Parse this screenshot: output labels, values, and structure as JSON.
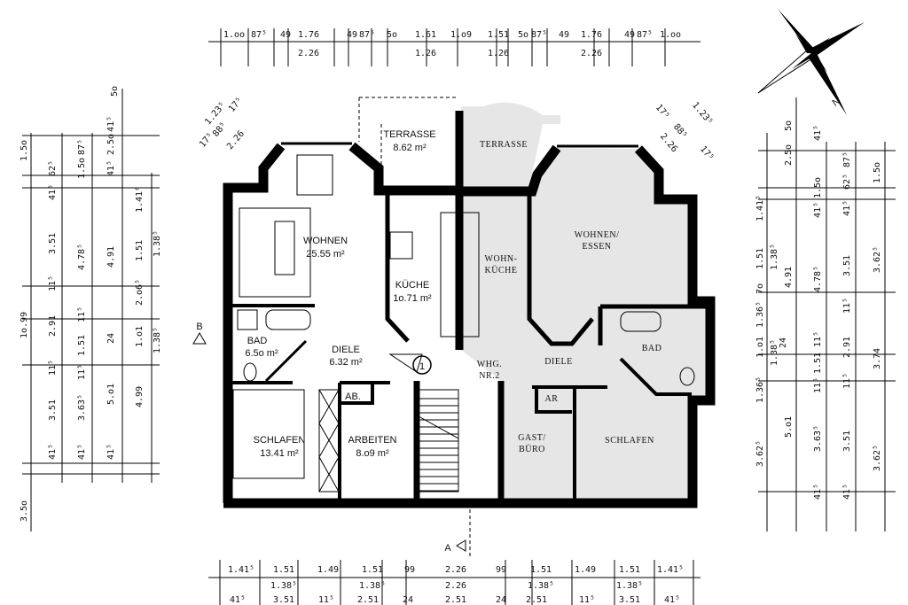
{
  "top_dims": {
    "row1": [
      "1.oo",
      "87⁵",
      "49",
      "1.76",
      "49",
      "87⁵",
      "5o",
      "1.61",
      "1.o9",
      "1.51",
      "5o",
      "87⁵",
      "49",
      "1.76",
      "49",
      "87⁵",
      "1.oo"
    ],
    "row2": [
      "2.26",
      "1.26",
      "1.26",
      "2.26"
    ]
  },
  "bottom_dims": {
    "row1": [
      "1.41⁵",
      "1.51",
      "1.49",
      "1.51",
      "99",
      "2.26",
      "99",
      "1.51",
      "1.49",
      "1.51",
      "1.41⁵"
    ],
    "row2": [
      "1.38⁵",
      "1.38⁵",
      "2.26",
      "1.38⁵",
      "1.38⁵"
    ],
    "row3": [
      "41⁵",
      "3.51",
      "11⁵",
      "2.51",
      "24",
      "2.51",
      "24",
      "2.51",
      "11⁵",
      "3.51",
      "41⁵"
    ]
  },
  "left_dims": [
    "1.5o",
    "1o.99",
    "3.5o",
    "62⁵",
    "41⁵",
    "3.51",
    "11⁵",
    "2.91",
    "11⁵",
    "3.51",
    "41⁵",
    "87⁵",
    "1.5o",
    "4.78⁵",
    "11⁵",
    "1.51",
    "11⁵",
    "3.63⁵",
    "41⁵",
    "41⁵",
    "2.5o",
    "41⁵",
    "4.91",
    "24",
    "5.o1",
    "41⁵",
    "5o",
    "1.41⁶",
    "1.51",
    "2.o6⁵",
    "1.o1",
    "4.99",
    "1.38⁵",
    "1.38⁵"
  ],
  "right_dims": [
    "1.41⁵",
    "1.51",
    "7o",
    "1.36⁵",
    "1.o1",
    "1.36⁵",
    "3.62⁵",
    "1.38⁵",
    "1.38⁵",
    "5o",
    "2.5o",
    "4.91",
    "24",
    "5.o1",
    "41⁵",
    "1.5o",
    "41⁵",
    "4.78⁵",
    "11⁵",
    "1.51",
    "11⁵",
    "3.63⁵",
    "41⁵",
    "87⁵",
    "62⁵",
    "41⁵",
    "3.51",
    "11⁵",
    "2.91",
    "11⁵",
    "3.51",
    "41⁵",
    "1.5o",
    "3.62⁵",
    "3.74",
    "3.62⁵"
  ],
  "bay_dims_left": [
    "1.23⁵",
    "88⁵",
    "2.26",
    "17⁵",
    "17⁵"
  ],
  "bay_dims_right": [
    "1.23⁵",
    "88⁵",
    "2.26",
    "17⁵",
    "17⁵"
  ],
  "unit1": {
    "wohnen": {
      "name": "WOHNEN",
      "area": "25.55 m²"
    },
    "terrasse": {
      "name": "TERRASSE",
      "area": "8.62 m²"
    },
    "kueche": {
      "name": "KÜCHE",
      "area": "1o.71 m²"
    },
    "bad": {
      "name": "BAD",
      "area": "6.5o m²"
    },
    "diele": {
      "name": "DIELE",
      "area": "6.32 m²"
    },
    "ab": "AB.",
    "schlafen": {
      "name": "SCHLAFEN",
      "area": "13.41 m²"
    },
    "arbeiten": {
      "name": "ARBEITEN",
      "area": "8.o9 m²"
    }
  },
  "unit2": {
    "label_line1": "WHG.",
    "label_line2": "NR.2",
    "terrasse": "TERRASSE",
    "wohnkueche_1": "WOHN-",
    "wohnkueche_2": "KÜCHE",
    "wohnen_1": "WOHNEN/",
    "wohnen_2": "ESSEN",
    "bad": "BAD",
    "diele": "DIELE",
    "ar": "AR",
    "gast_1": "GAST/",
    "gast_2": "BÜRO",
    "schlafen": "SCHLAFEN"
  },
  "markers": {
    "unit_number": "1",
    "section_b": "B",
    "section_a": "A",
    "north": "N"
  },
  "colors": {
    "unit2_fill": "#e6e6e6",
    "wall": "#000000"
  }
}
